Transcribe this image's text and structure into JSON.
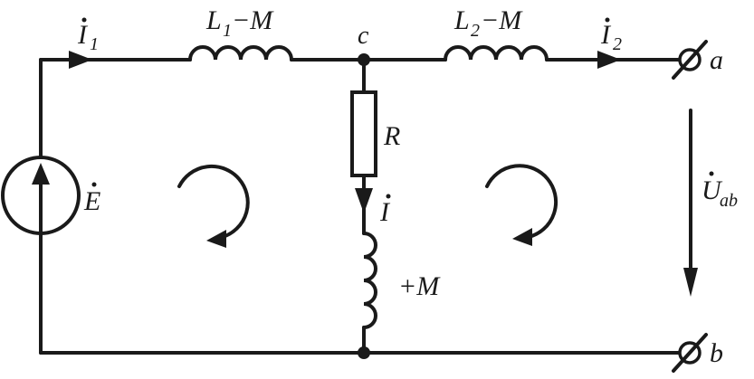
{
  "diagram": {
    "current_i1": {
      "symbol": "I",
      "sub": "1"
    },
    "current_i2": {
      "symbol": "I",
      "sub": "2"
    },
    "current_i": {
      "symbol": "I"
    },
    "inductor_top_left": {
      "main": "L",
      "sub": "1",
      "rest": "−M"
    },
    "inductor_top_right": {
      "main": "L",
      "sub": "2",
      "rest": "−M"
    },
    "inductor_mid": "+M",
    "node_c": "c",
    "terminal_a": "a",
    "terminal_b": "b",
    "resistor": "R",
    "source": "E",
    "voltage": {
      "symbol": "U",
      "sub": "ab"
    }
  }
}
